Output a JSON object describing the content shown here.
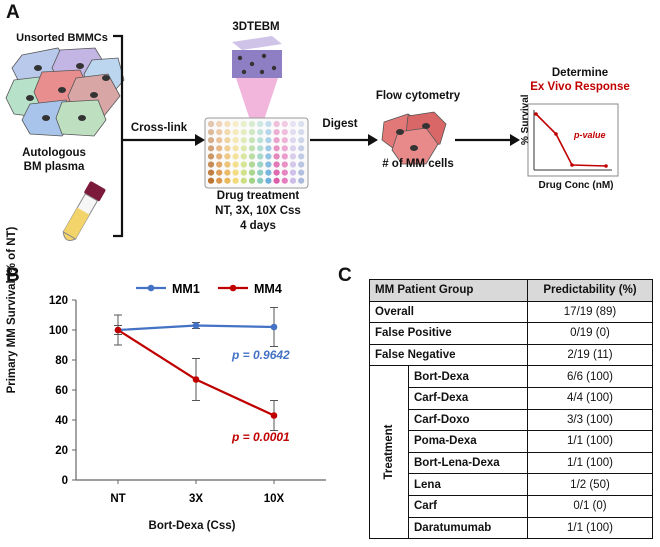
{
  "panel_a": {
    "letter": "A",
    "unsorted_label": "Unsorted BMMCs",
    "plasma_label_1": "Autologous",
    "plasma_label_2": "BM plasma",
    "crosslink_label": "Cross-link",
    "scaffold_label": "3DTEBM",
    "drug_line1": "Drug treatment",
    "drug_line2": "NT, 3X, 10X Css",
    "drug_line3": "4 days",
    "digest_label": "Digest",
    "flow_label": "Flow cytometry",
    "mm_cells_label": "# of MM cells",
    "determine_label": "Determine",
    "response_label": "Ex Vivo Response",
    "mini_ylabel": "% Survival",
    "mini_xlabel": "Drug Conc (nM)",
    "mini_pvalue": "p-value",
    "colors": {
      "accent_red": "#c00000"
    }
  },
  "panel_b": {
    "letter": "B",
    "pval_mm1": "p = 0.9642",
    "pval_mm4": "p = 0.0001"
  },
  "chart_data": {
    "type": "line",
    "categories": [
      "NT",
      "3X",
      "10X"
    ],
    "series": [
      {
        "name": "MM1",
        "values": [
          100,
          103,
          102
        ],
        "errors": [
          3,
          2,
          13
        ],
        "color": "#4472c4"
      },
      {
        "name": "MM4",
        "values": [
          100,
          67,
          43
        ],
        "errors": [
          10,
          14,
          10
        ],
        "color": "#c00000"
      }
    ],
    "xlabel": "Bort-Dexa (Css)",
    "ylabel": "Primary MM Survival (% of NT)",
    "ylim": [
      0,
      120
    ],
    "yticks": [
      "0",
      "20",
      "40",
      "60",
      "80",
      "100",
      "120"
    ],
    "grid": false,
    "legend": "top"
  },
  "panel_c": {
    "letter": "C",
    "header": [
      "MM Patient Group",
      "Predictability (%)"
    ],
    "summary_rows": [
      {
        "group": "Overall",
        "value": "17/19 (89)"
      },
      {
        "group": "False Positive",
        "value": "0/19 (0)"
      },
      {
        "group": "False Negative",
        "value": "2/19 (11)"
      }
    ],
    "treatment_label": "Treatment",
    "treatment_rows": [
      {
        "group": "Bort-Dexa",
        "value": "6/6 (100)"
      },
      {
        "group": "Carf-Dexa",
        "value": "4/4 (100)"
      },
      {
        "group": "Carf-Doxo",
        "value": "3/3 (100)"
      },
      {
        "group": "Poma-Dexa",
        "value": "1/1 (100)"
      },
      {
        "group": "Bort-Lena-Dexa",
        "value": "1/1 (100)"
      },
      {
        "group": "Lena",
        "value": "1/2 (50)"
      },
      {
        "group": "Carf",
        "value": "0/1 (0)"
      },
      {
        "group": "Daratumumab",
        "value": "1/1 (100)"
      }
    ]
  }
}
